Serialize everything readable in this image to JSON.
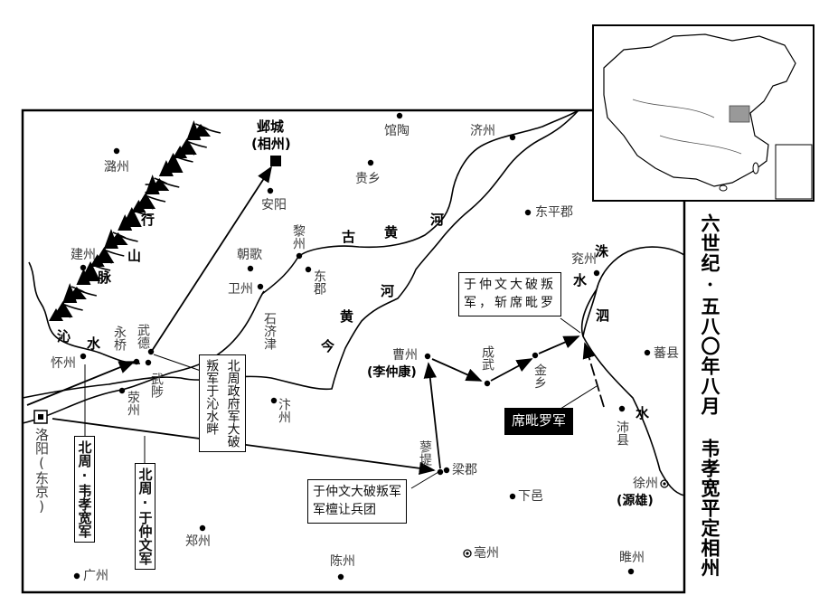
{
  "title": {
    "line1": "六世纪·五八〇年八月",
    "line2": "韦孝宽平定相州"
  },
  "places": {
    "yecheng": "邺城",
    "xiangzhou": "(相州)",
    "luzhou": "潞州",
    "jianzhou": "建州",
    "anyang": "安阳",
    "lizhou": "黎州",
    "chaoge": "朝歌",
    "weizhou": "卫州",
    "shijijin": "石济津",
    "yongqiao": "永桥",
    "wude": "武德",
    "huaizhou": "怀州",
    "wuzhi": "武陟",
    "xingzhou": "荥州",
    "bianzhou": "汴州",
    "luoyang": "洛阳(东京)",
    "zhengzhou": "郑州",
    "guangzhou": "广州",
    "chenzhou": "陈州",
    "bozhou": "亳州",
    "suizhou": "睢州",
    "xiayi": "下邑",
    "xuzhou": "徐州",
    "yuanxiong": "(源雄)",
    "peixian": "沛县",
    "liangjun": "梁郡",
    "liaodi": "蓼堤",
    "caozhou": "曹州",
    "lizhongkang": "(李仲康)",
    "chengwu": "成武",
    "jinxiang": "金乡",
    "yanzhou": "兖州",
    "fanxian": "蕃县",
    "dongpingjun": "东平郡",
    "jizhou": "济州",
    "guantao": "馆陶",
    "guixiang": "贵乡",
    "dongjun": "东郡"
  },
  "features": {
    "taihang": [
      "太",
      "行",
      "山",
      "脉"
    ],
    "qinshui": [
      "沁",
      "水"
    ],
    "old_yellow": [
      "古",
      "黄",
      "河"
    ],
    "new_yellow": [
      "今",
      "黄",
      "河"
    ],
    "zhu": "洙",
    "shui1": "水",
    "si": "泗",
    "shui2": "水"
  },
  "boxes": {
    "qin_battle": [
      "北周政府军大破",
      "叛军于沁水畔"
    ],
    "wei_army": "北周·韦孝宽军",
    "yu_army": "北周·于仲文军",
    "tanrang": [
      "于仲文大破叛军",
      "军檀让兵团"
    ],
    "ximiluo_defeat": [
      "于仲文大破叛",
      "军，斩席毗罗"
    ],
    "ximiluo_army": "席毗罗军"
  }
}
